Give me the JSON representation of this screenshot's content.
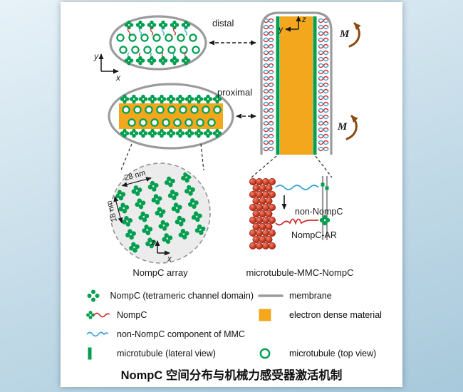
{
  "figure": {
    "title": "NompC 空间分布与机械力感受器激活机制"
  },
  "labels": {
    "distal": "distal",
    "proximal": "proximal",
    "m": "M",
    "axis_x": "x",
    "axis_y": "y",
    "axis_z": "z",
    "dim_width": "28 nm",
    "dim_height": "18 nm",
    "array_caption": "NompC array",
    "mmc_caption": "microtubule-MMC-NompC",
    "non_nompc": "non-NompC",
    "nompc_ar": "NompC-AR"
  },
  "legend": {
    "left": [
      {
        "icon": "tetramer-icon",
        "label": "NompC (tetrameric channel domain)"
      },
      {
        "icon": "nompc-icon",
        "label": "NompC"
      },
      {
        "icon": "non-nompc-squiggle-icon",
        "label": "non-NompC component of MMC"
      },
      {
        "icon": "microtubule-lateral-icon",
        "label": "microtubule (lateral view)"
      }
    ],
    "right": [
      {
        "icon": "membrane-icon",
        "label": "membrane"
      },
      {
        "icon": "electron-dense-icon",
        "label": "electron dense material"
      },
      {
        "icon": "microtubule-top-icon",
        "label": "microtubule (top view)"
      }
    ]
  },
  "colors": {
    "green": "#009e4f",
    "orange": "#f2a71c",
    "membrane_gray": "#9b9b9b",
    "red": "#cf2e2e",
    "blue": "#3aa5d9",
    "brown": "#8a4a12",
    "microtubule_red": "#c23522",
    "background_blue": "#c5dcea"
  }
}
